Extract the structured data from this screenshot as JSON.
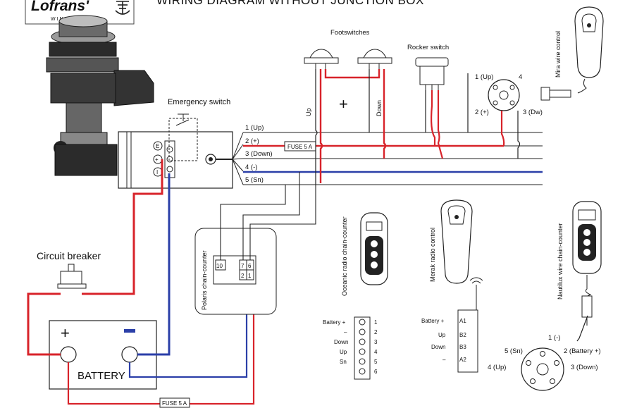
{
  "header": {
    "logo": "Lofrans'",
    "logo_sub": "WINDLASSES",
    "title": "WIRING DIAGRAM WITHOUT JUNCTION BOX"
  },
  "labels": {
    "footswitches": "Footswitches",
    "rocker_switch": "Rocker switch",
    "mira_wire_control": "Mira wire control",
    "emergency_switch": "Emergency switch",
    "circuit_breaker": "Circuit breaker",
    "battery": "BATTERY",
    "battery_plus": "+",
    "polaris_chain_counter": "Polaris chain-counter",
    "oceanic_radio_chain_counter": "Oceanic radio chain-counter",
    "merak_radio_control": "Merak radio control",
    "nautilux_wire_chain_counter": "Nautilux wire chain-counter",
    "up_vertical": "Up",
    "down_vertical": "Down",
    "plus_sign": "+",
    "fuse_top": "FUSE 5 A",
    "fuse_bottom": "FUSE 5 A"
  },
  "motor_terminals": [
    "E",
    "+",
    "I"
  ],
  "wire_lines": [
    "1 (Up)",
    "2 (+)",
    "3 (Down)",
    "4 (-)",
    "5 (Sn)"
  ],
  "mira_pins": {
    "up": "1 (Up)",
    "plus": "2 (+)",
    "down": "3 (Dw)",
    "four": "4"
  },
  "polaris_pins": {
    "ten": "10",
    "seven": "7",
    "six": "6",
    "two": "2",
    "one": "1"
  },
  "oceanic_terminals": [
    {
      "label": "Battery +",
      "num": "1"
    },
    {
      "label": "–",
      "num": "2"
    },
    {
      "label": "Down",
      "num": "3"
    },
    {
      "label": "Up",
      "num": "4"
    },
    {
      "label": "Sn",
      "num": "5"
    },
    {
      "label": "",
      "num": "6"
    }
  ],
  "merak_terminals": [
    {
      "label": "Battery +",
      "pin": "A1"
    },
    {
      "label": "Up",
      "pin": "B2"
    },
    {
      "label": "Down",
      "pin": "B3"
    },
    {
      "label": "–",
      "pin": "A2"
    }
  ],
  "nautilux_pins": {
    "p1": "1 (-)",
    "p2": "2 (Battery +)",
    "p3": "3 (Down)",
    "p4": "4 (Up)",
    "p5": "5 (Sn)"
  },
  "colors": {
    "positive": "#d8232a",
    "negative": "#2b3fa8",
    "wire": "#222222"
  }
}
